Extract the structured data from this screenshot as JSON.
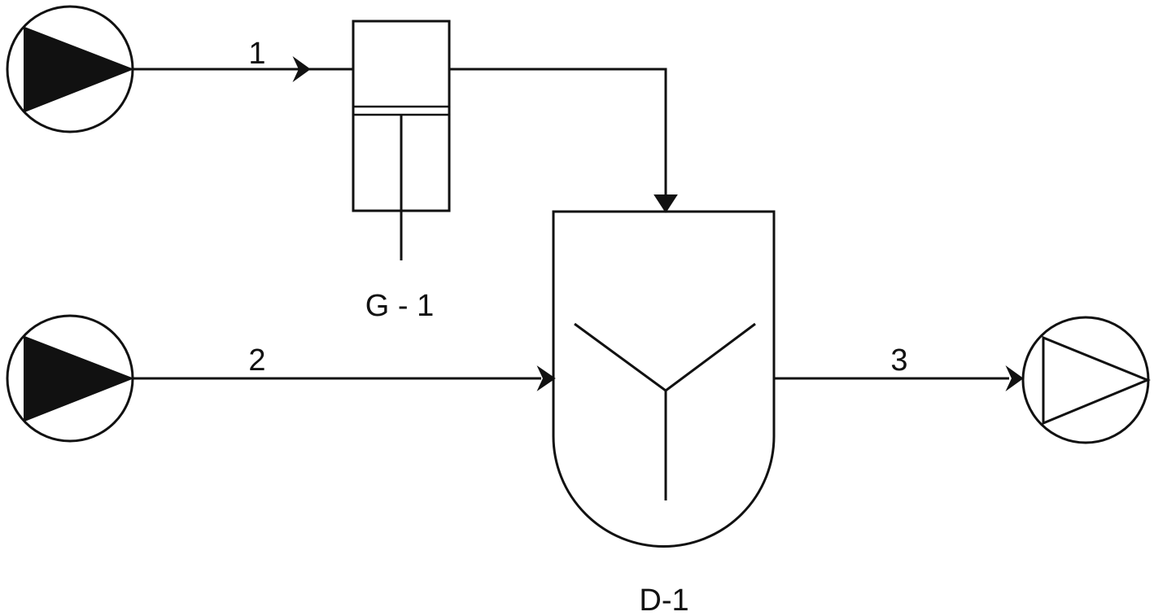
{
  "streams": {
    "s1": "1",
    "s2": "2",
    "s3": "3"
  },
  "equipment": {
    "g1": "G - 1",
    "d1": "D-1"
  },
  "icons": {
    "feed_pump_1": "filled-triangle-in-circle-icon",
    "feed_pump_2": "filled-triangle-in-circle-icon",
    "product_outlet": "hollow-triangle-in-circle-icon"
  },
  "colors": {
    "stroke": "#111111",
    "background": "#ffffff"
  }
}
